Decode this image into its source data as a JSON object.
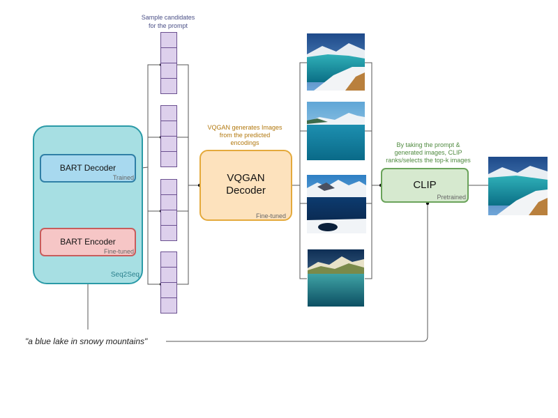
{
  "annotations": {
    "candidates": "Sample candidates\nfor the prompt",
    "vqgan": "VQGAN generates Images\nfrom the predicted\nencodings",
    "clip": "By taking the prompt &\ngenerated images, CLIP\nranks/selects the top-k images"
  },
  "seq2seq": {
    "label": "Seq2Seq",
    "decoder": {
      "title": "BART Decoder",
      "tag": "Trained"
    },
    "encoder": {
      "title": "BART Encoder",
      "tag": "Fine-tuned"
    }
  },
  "vqgan": {
    "title": "VQGAN\nDecoder",
    "tag": "Fine-tuned"
  },
  "clip": {
    "title": "CLIP",
    "tag": "Pretrained"
  },
  "prompt": "\"a blue lake in snowy mountains\"",
  "colors": {
    "seq2seq_fill": "#a7dfe3",
    "seq2seq_border": "#2a9aa7",
    "decoder_fill": "#a8d9ef",
    "decoder_border": "#2f7fa6",
    "encoder_fill": "#f6c6c6",
    "encoder_border": "#c85c5c",
    "vqgan_fill": "#fde2bd",
    "vqgan_border": "#e4a93b",
    "clip_fill": "#d6e9cf",
    "clip_border": "#6aa35a",
    "token_fill": "#ddd0ec",
    "token_border": "#6a4f8f",
    "vqgan_text": "#b2780e",
    "clip_text": "#4f8a3f",
    "candidate_text": "#4a4f86"
  }
}
